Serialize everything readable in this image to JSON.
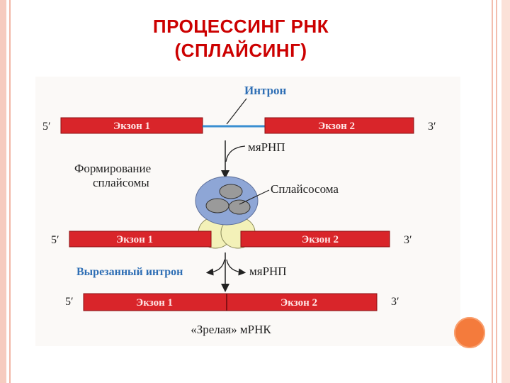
{
  "title": {
    "line1": "ПРОЦЕССИНГ РНК",
    "line2": "(СПЛАЙСИНГ)"
  },
  "diagram": {
    "intron_label": "Интрон",
    "row1": {
      "five": "5′",
      "exon1": "Экзон 1",
      "exon2": "Экзон 2",
      "three": "3′"
    },
    "snrnp_label_1": "мяРНП",
    "formation_line1": "Формирование",
    "formation_line2": "сплайсомы",
    "spliceosome_label": "Сплайсосома",
    "row2": {
      "five": "5′",
      "exon1": "Экзон 1",
      "exon2": "Экзон 2",
      "three": "3′"
    },
    "excised_intron_label": "Вырезанный интрон",
    "snrnp_label_2": "мяРНП",
    "row3": {
      "five": "5′",
      "exon1": "Экзон 1",
      "exon2": "Экзон 2",
      "three": "3′"
    },
    "mature_mrna_label": "«Зрелая» мРНК"
  },
  "colors": {
    "title": "#cc0000",
    "exon_fill": "#d9252a",
    "intron_line": "#3a8fd1",
    "blue_text": "#2f6fb5",
    "spliceosome_blue": "#8ea6d6",
    "spliceosome_grey": "#9a9a9a",
    "spliceosome_yellow": "#f3f1b8",
    "accent_dot": "#f47b3c"
  }
}
